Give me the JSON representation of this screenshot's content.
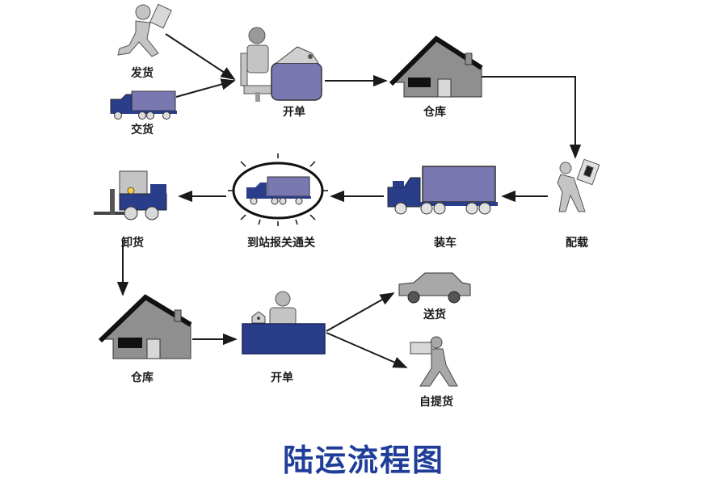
{
  "title": "陆运流程图",
  "steps": {
    "send_goods": "发货",
    "deliver_goods": "交货",
    "open_order_1": "开单",
    "warehouse_1": "仓库",
    "distribution": "配载",
    "loading": "装车",
    "customs": "到站报关通关",
    "unloading": "卸货",
    "warehouse_2": "仓库",
    "open_order_2": "开单",
    "delivery": "送货",
    "self_pickup": "自提货"
  },
  "colors": {
    "figure": "#c4c4c4",
    "figure_dark": "#8f8f8f",
    "cargo": "#7a78b0",
    "navy": "#2a3d8a",
    "title": "#1f3d99",
    "arrow": "#1a1a1a"
  }
}
